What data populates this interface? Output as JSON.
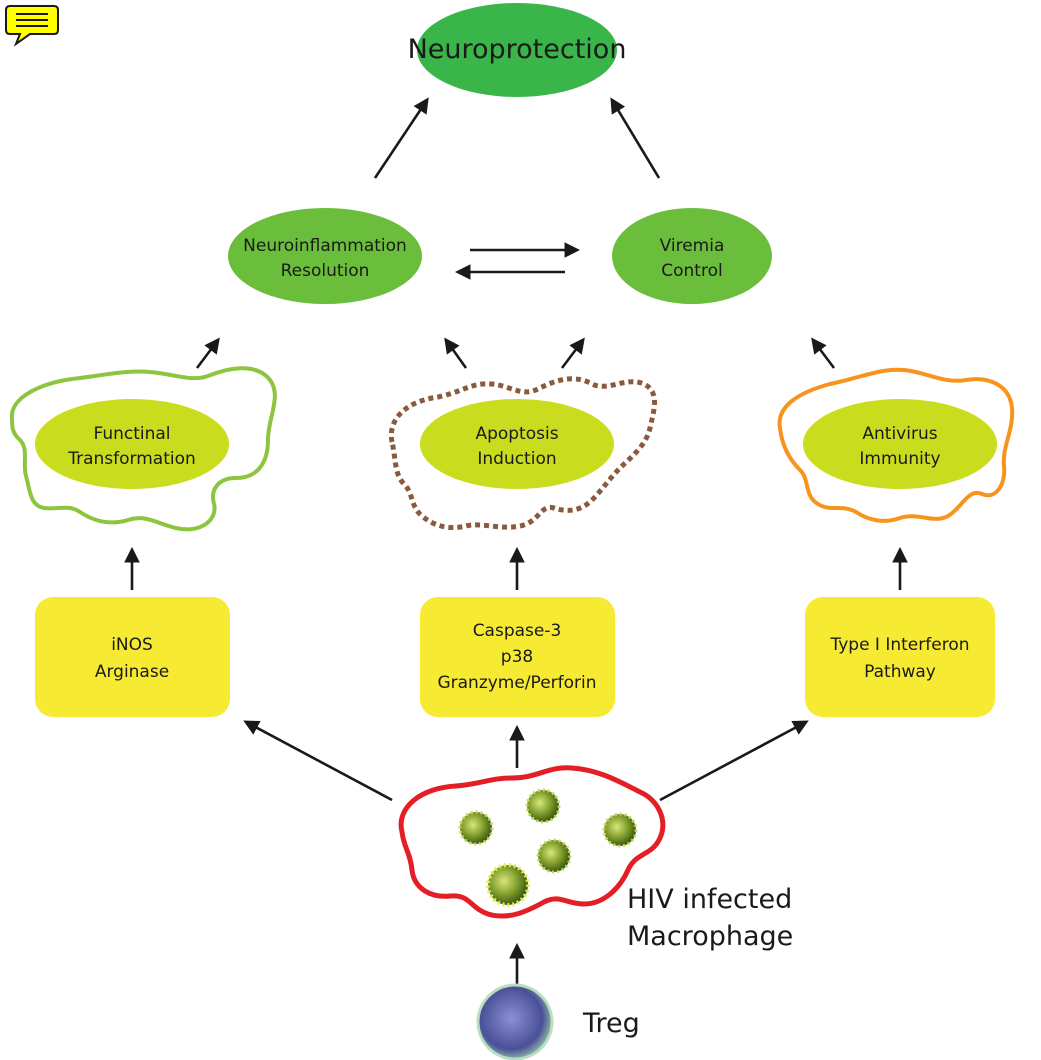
{
  "colors": {
    "top_node": "#3ab54a",
    "mid_node": "#6bbd3c",
    "inner_node": "#c9dc1e",
    "box": "#f7ea33",
    "green_outline": "#8cc63f",
    "brown_outline": "#8b5a3c",
    "orange_outline": "#f7941d",
    "red_outline": "#e41e26",
    "note_icon": "#ffff00"
  },
  "icons": [
    "comment-note-icon",
    "virus-icon",
    "treg-cell-icon"
  ],
  "nodes": {
    "neuroprotection": "Neuroprotection",
    "neuroinflammation": [
      "Neuroinflammation",
      "Resolution"
    ],
    "viremia": [
      "Viremia",
      "Control"
    ],
    "functional": [
      "Functinal",
      "Transformation"
    ],
    "apoptosis": [
      "Apoptosis",
      "Induction"
    ],
    "antivirus": [
      "Antivirus",
      "Immunity"
    ]
  },
  "boxes": {
    "inos": [
      "iNOS",
      "Arginase"
    ],
    "caspase": [
      "Caspase-3",
      "p38",
      "Granzyme/Perforin"
    ],
    "interferon": [
      "Type I Interferon",
      "Pathway"
    ]
  },
  "macrophage_label": [
    "HIV infected",
    "Macrophage"
  ],
  "treg_label": "Treg"
}
